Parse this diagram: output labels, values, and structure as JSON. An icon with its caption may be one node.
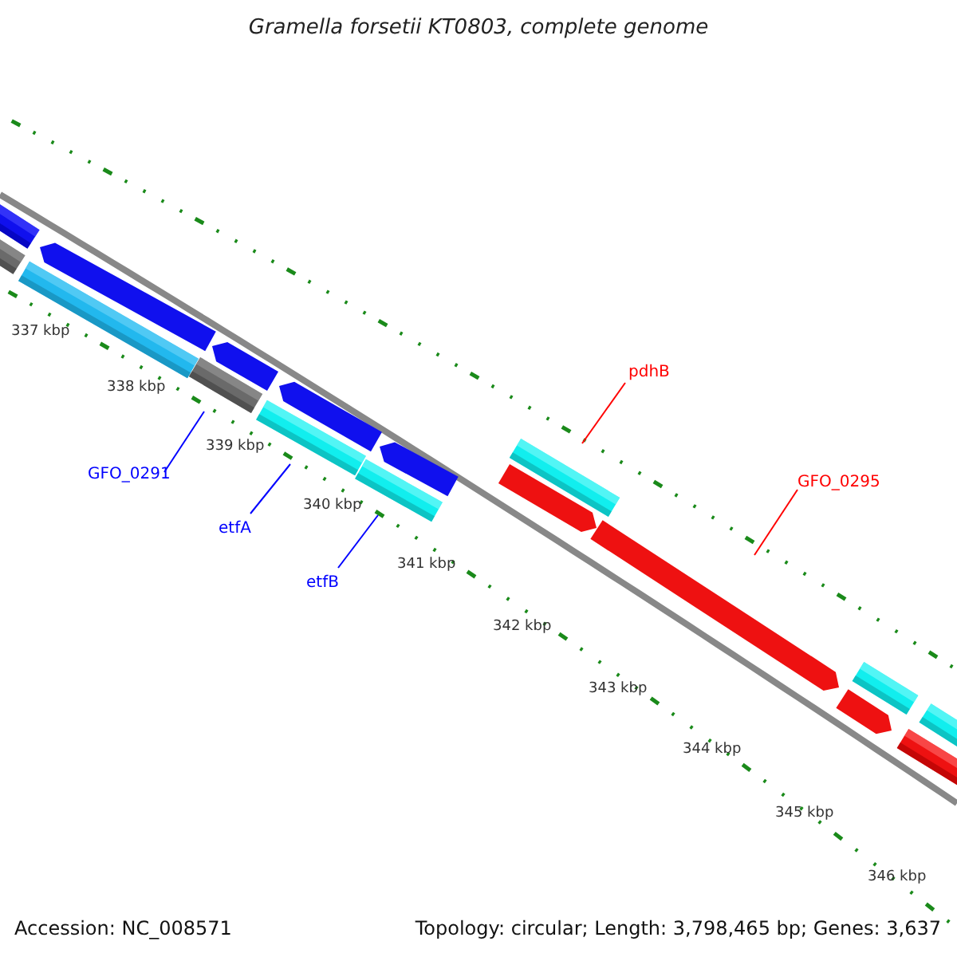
{
  "diagram": {
    "title": "Gramella forsetii KT0803, complete genome",
    "nodes": [
      {
        "text": [
          "GFO_0291"
        ]
      },
      {
        "text": [
          "etfA"
        ]
      },
      {
        "text": [
          "etfB"
        ]
      },
      {
        "text": [
          "pdhB"
        ]
      },
      {
        "text": [
          "GFO_0295"
        ]
      },
      {
        "text": [],
        "shape": "bar"
      },
      {
        "text": [],
        "shape": "bar"
      },
      {
        "text": [],
        "shape": "bar"
      },
      {
        "text": [],
        "shape": "bar"
      },
      {
        "text": [],
        "shape": "arrow"
      },
      {
        "text": [],
        "shape": "bar"
      },
      {
        "text": [],
        "shape": "arrow"
      },
      {
        "text": [],
        "shape": "arrow"
      },
      {
        "text": [],
        "shape": "arrow"
      },
      {
        "text": [],
        "shape": "arrow"
      },
      {
        "text": [],
        "shape": "bar"
      },
      {
        "text": [],
        "shape": "bar"
      },
      {
        "text": [],
        "shape": "arrow"
      },
      {
        "text": [],
        "shape": "arrow"
      },
      {
        "text": [],
        "shape": "bar"
      },
      {
        "text": [],
        "shape": "bar"
      },
      {
        "text": [],
        "shape": "bar"
      }
    ],
    "edges": [
      {
        "from": 0,
        "to": 5,
        "arrow": "none"
      },
      {
        "from": 1,
        "to": 6,
        "arrow": "none"
      },
      {
        "from": 2,
        "to": 7,
        "arrow": "none"
      },
      {
        "from": 3,
        "to": 8,
        "arrow": "none",
        "color": "#ff0000"
      },
      {
        "from": 4,
        "to": 9,
        "arrow": "none",
        "color": "#ff0000"
      }
    ],
    "labels": [
      "337 kbp",
      "338 kbp",
      "339 kbp",
      "340 kbp",
      "341 kbp",
      "342 kbp",
      "343 kbp",
      "344 kbp",
      "345 kbp",
      "346 kbp",
      "Accession: NC_008571",
      "Topology: circular; Length: 3,798,465 bp; Genes: 3,637"
    ]
  }
}
